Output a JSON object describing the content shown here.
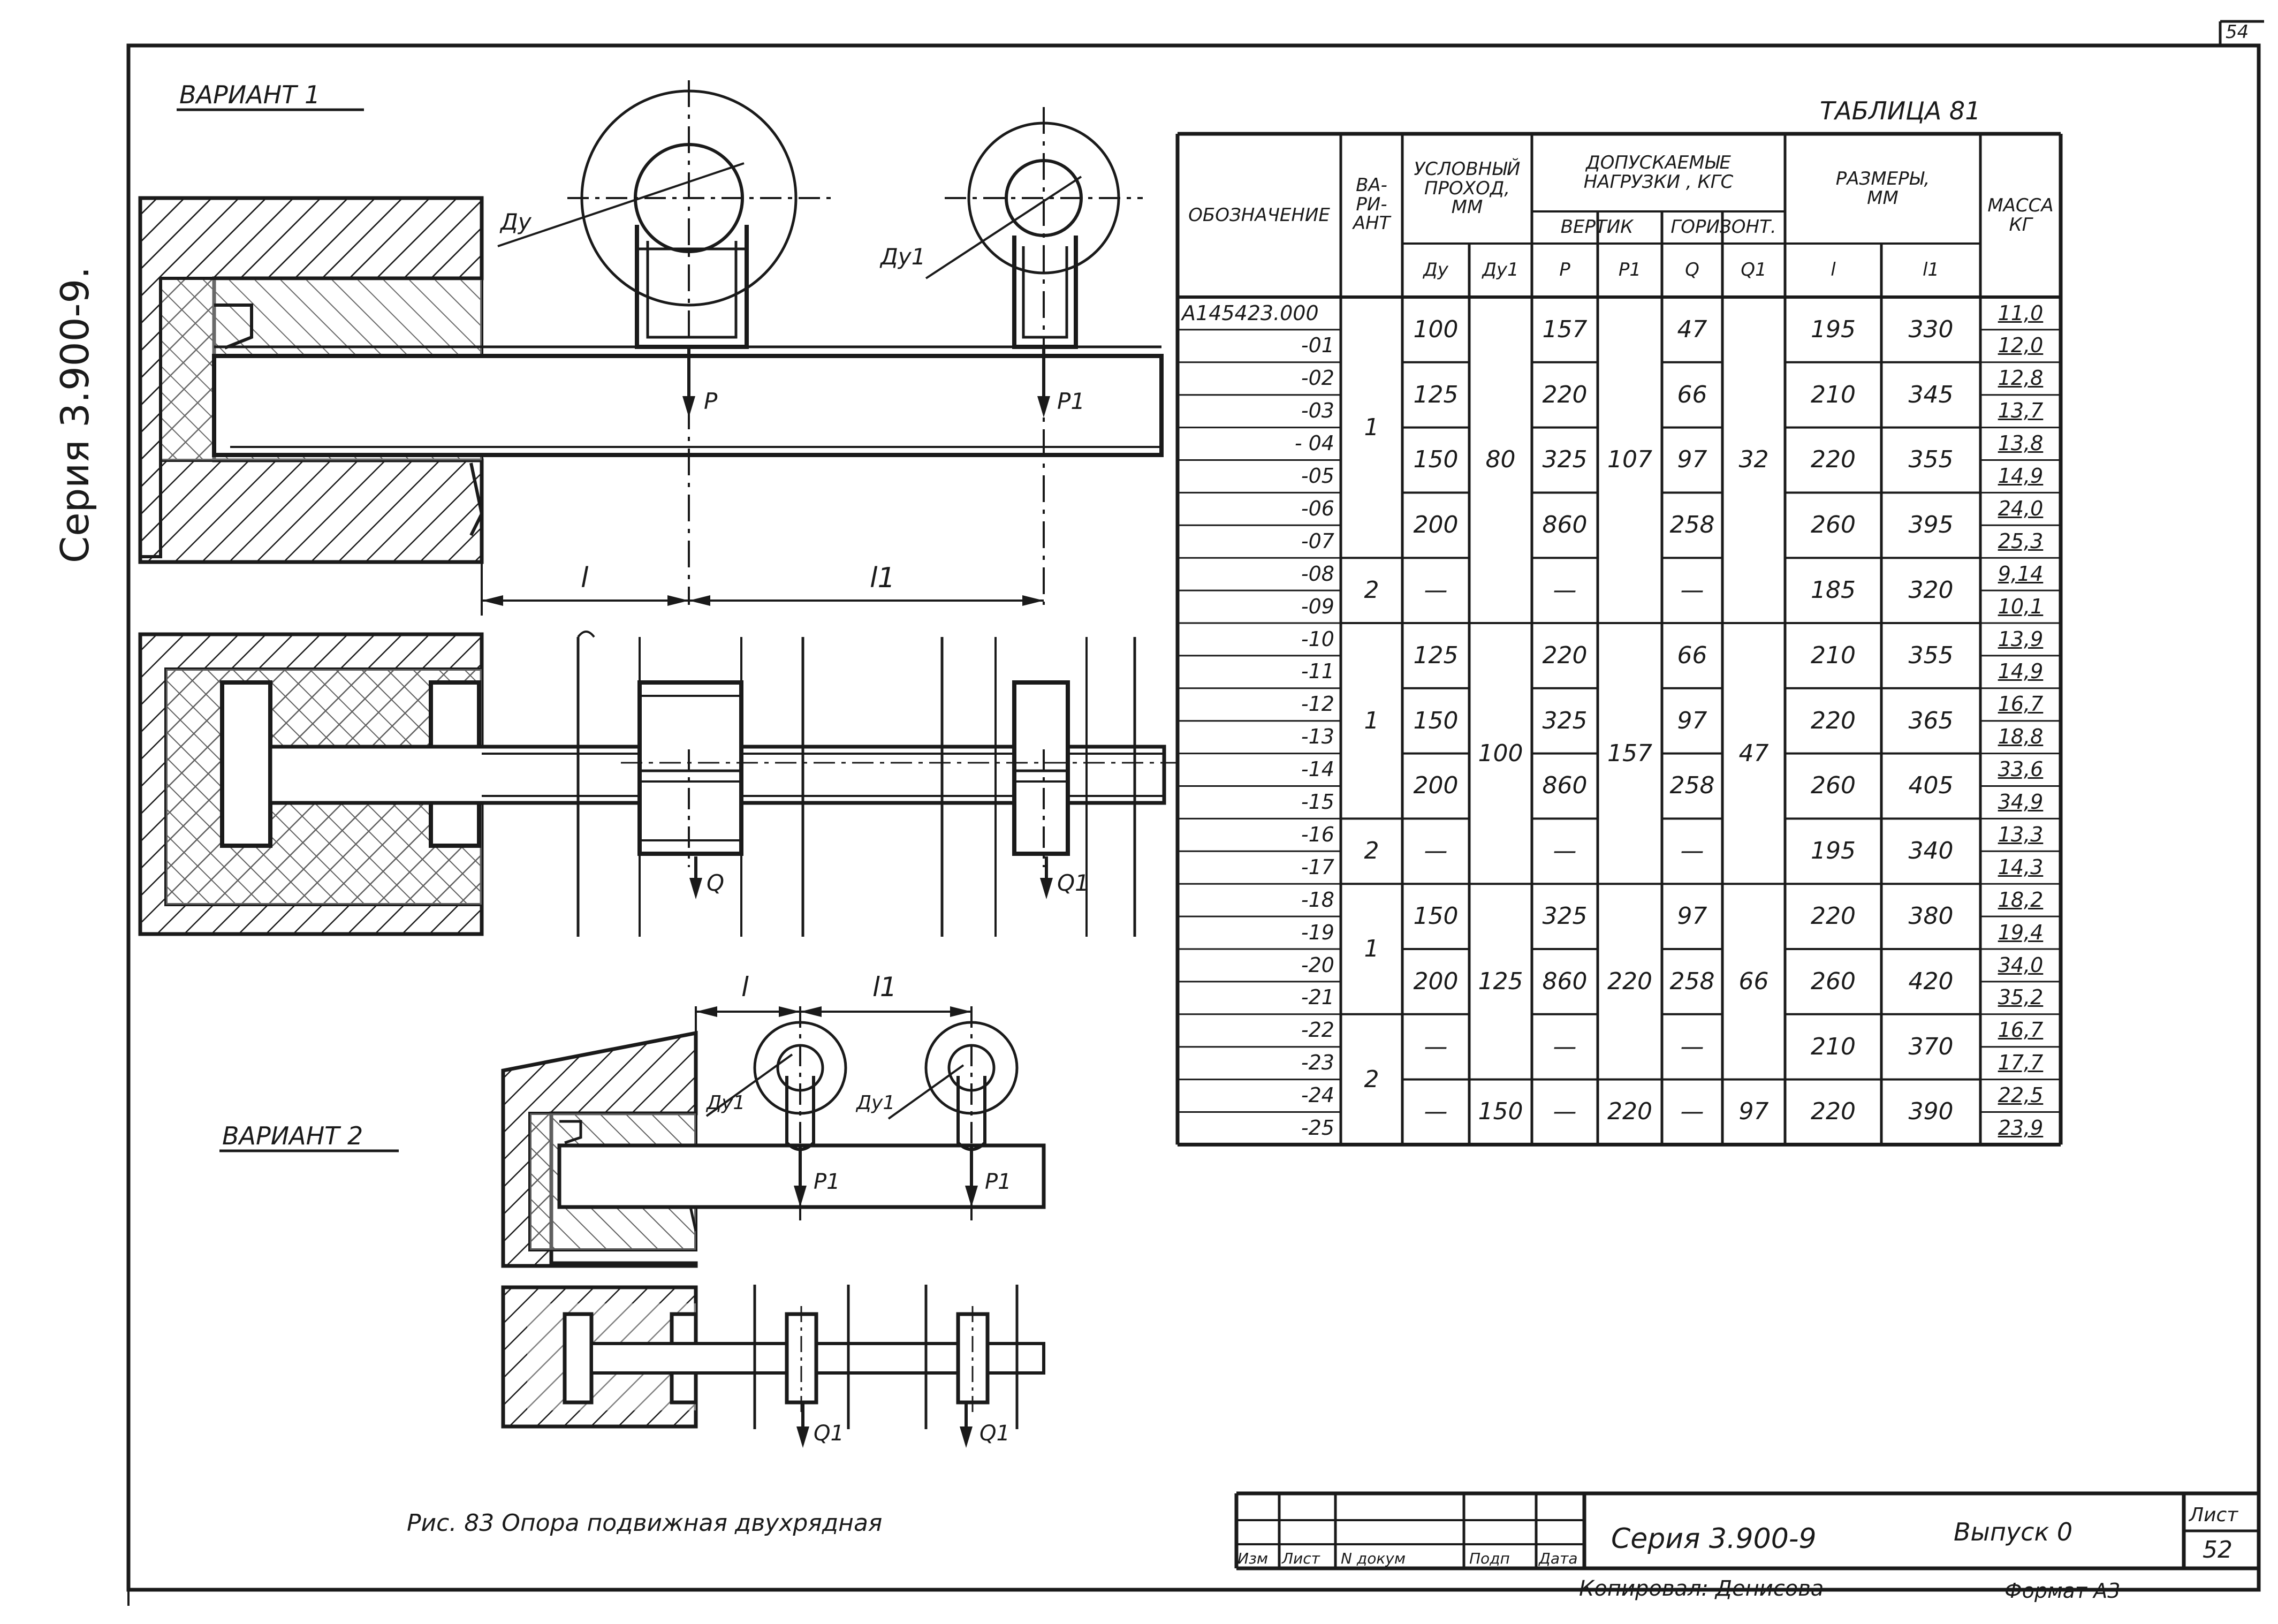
{
  "sheet_corner": "54",
  "series_vertical": "Серия 3.900-9.",
  "drawing": {
    "variant1_label": "ВАРИАНТ 1",
    "variant2_label": "ВАРИАНТ 2",
    "caption": "Рис. 83  Опора подвижная двухрядная",
    "labels": {
      "du": "Ду",
      "du1": "Ду1",
      "p": "P",
      "p1": "P1",
      "q": "Q",
      "q1": "Q1",
      "l": "l",
      "l1": "l1"
    }
  },
  "table": {
    "title": "ТАБЛИЦА 81",
    "headers": {
      "designation": "ОБОЗНАЧЕНИЕ",
      "variant": "ВА-\nРИ-\nАНТ",
      "nominal_bore": "УСЛОВНЫЙ\nПРОХОД,\nММ",
      "allowable_loads": "ДОПУСКАЕМЫЕ\nНАГРУЗКИ , КГС",
      "vertical": "ВЕРТИК",
      "horizontal": "ГОРИЗОНТ.",
      "dimensions": "РАЗМЕРЫ,\nММ",
      "mass": "МАССА\nКГ",
      "du": "Ду",
      "du1": "Ду1",
      "p": "P",
      "p1": "P1",
      "q": "Q",
      "q1": "Q1",
      "l": "l",
      "l1": "l1"
    },
    "rows": [
      {
        "designation": "А145423.000",
        "mass": "11,0"
      },
      {
        "designation": "-01",
        "mass": "12,0"
      },
      {
        "designation": "-02",
        "mass": "12,8"
      },
      {
        "designation": "-03",
        "mass": "13,7"
      },
      {
        "designation": "- 04",
        "mass": "13,8"
      },
      {
        "designation": "-05",
        "mass": "14,9"
      },
      {
        "designation": "-06",
        "mass": "24,0"
      },
      {
        "designation": "-07",
        "mass": "25,3"
      },
      {
        "designation": "-08",
        "mass": "9,14"
      },
      {
        "designation": "-09",
        "mass": "10,1"
      },
      {
        "designation": "-10",
        "mass": "13,9"
      },
      {
        "designation": "-11",
        "mass": "14,9"
      },
      {
        "designation": "-12",
        "mass": "16,7"
      },
      {
        "designation": "-13",
        "mass": "18,8"
      },
      {
        "designation": "-14",
        "mass": "33,6"
      },
      {
        "designation": "-15",
        "mass": "34,9"
      },
      {
        "designation": "-16",
        "mass": "13,3"
      },
      {
        "designation": "-17",
        "mass": "14,3"
      },
      {
        "designation": "-18",
        "mass": "18,2"
      },
      {
        "designation": "-19",
        "mass": "19,4"
      },
      {
        "designation": "-20",
        "mass": "34,0"
      },
      {
        "designation": "-21",
        "mass": "35,2"
      },
      {
        "designation": "-22",
        "mass": "16,7"
      },
      {
        "designation": "-23",
        "mass": "17,7"
      },
      {
        "designation": "-24",
        "mass": "22,5"
      },
      {
        "designation": "-25",
        "mass": "23,9"
      }
    ],
    "groups": {
      "variant": [
        {
          "from": 0,
          "to": 7,
          "text": "1"
        },
        {
          "from": 8,
          "to": 9,
          "text": "2"
        },
        {
          "from": 10,
          "to": 15,
          "text": "1"
        },
        {
          "from": 16,
          "to": 17,
          "text": "2"
        },
        {
          "from": 18,
          "to": 21,
          "text": "1"
        },
        {
          "from": 22,
          "to": 25,
          "text": "2"
        }
      ],
      "du": [
        {
          "from": 0,
          "to": 1,
          "text": "100"
        },
        {
          "from": 2,
          "to": 3,
          "text": "125"
        },
        {
          "from": 4,
          "to": 5,
          "text": "150"
        },
        {
          "from": 6,
          "to": 7,
          "text": "200"
        },
        {
          "from": 8,
          "to": 9,
          "text": "—"
        },
        {
          "from": 10,
          "to": 11,
          "text": "125"
        },
        {
          "from": 12,
          "to": 13,
          "text": "150"
        },
        {
          "from": 14,
          "to": 15,
          "text": "200"
        },
        {
          "from": 16,
          "to": 17,
          "text": "—"
        },
        {
          "from": 18,
          "to": 19,
          "text": "150"
        },
        {
          "from": 20,
          "to": 21,
          "text": "200"
        },
        {
          "from": 22,
          "to": 23,
          "text": "—"
        },
        {
          "from": 24,
          "to": 25,
          "text": "—"
        }
      ],
      "du1": [
        {
          "from": 0,
          "to": 9,
          "text": "80"
        },
        {
          "from": 10,
          "to": 17,
          "text": "100"
        },
        {
          "from": 18,
          "to": 23,
          "text": "125"
        },
        {
          "from": 24,
          "to": 25,
          "text": "150"
        }
      ],
      "p": [
        {
          "from": 0,
          "to": 1,
          "text": "157"
        },
        {
          "from": 2,
          "to": 3,
          "text": "220"
        },
        {
          "from": 4,
          "to": 5,
          "text": "325"
        },
        {
          "from": 6,
          "to": 7,
          "text": "860"
        },
        {
          "from": 8,
          "to": 9,
          "text": "—"
        },
        {
          "from": 10,
          "to": 11,
          "text": "220"
        },
        {
          "from": 12,
          "to": 13,
          "text": "325"
        },
        {
          "from": 14,
          "to": 15,
          "text": "860"
        },
        {
          "from": 16,
          "to": 17,
          "text": "—"
        },
        {
          "from": 18,
          "to": 19,
          "text": "325"
        },
        {
          "from": 20,
          "to": 21,
          "text": "860"
        },
        {
          "from": 22,
          "to": 23,
          "text": "—"
        },
        {
          "from": 24,
          "to": 25,
          "text": "—"
        }
      ],
      "p1": [
        {
          "from": 0,
          "to": 9,
          "text": "107"
        },
        {
          "from": 10,
          "to": 17,
          "text": "157"
        },
        {
          "from": 18,
          "to": 23,
          "text": "220"
        },
        {
          "from": 24,
          "to": 25,
          "text": "220"
        }
      ],
      "q": [
        {
          "from": 0,
          "to": 1,
          "text": "47"
        },
        {
          "from": 2,
          "to": 3,
          "text": "66"
        },
        {
          "from": 4,
          "to": 5,
          "text": "97"
        },
        {
          "from": 6,
          "to": 7,
          "text": "258"
        },
        {
          "from": 8,
          "to": 9,
          "text": "—"
        },
        {
          "from": 10,
          "to": 11,
          "text": "66"
        },
        {
          "from": 12,
          "to": 13,
          "text": "97"
        },
        {
          "from": 14,
          "to": 15,
          "text": "258"
        },
        {
          "from": 16,
          "to": 17,
          "text": "—"
        },
        {
          "from": 18,
          "to": 19,
          "text": "97"
        },
        {
          "from": 20,
          "to": 21,
          "text": "258"
        },
        {
          "from": 22,
          "to": 23,
          "text": "—"
        },
        {
          "from": 24,
          "to": 25,
          "text": "—"
        }
      ],
      "q1": [
        {
          "from": 0,
          "to": 9,
          "text": "32"
        },
        {
          "from": 10,
          "to": 17,
          "text": "47"
        },
        {
          "from": 18,
          "to": 23,
          "text": "66"
        },
        {
          "from": 24,
          "to": 25,
          "text": "97"
        }
      ],
      "l": [
        {
          "from": 0,
          "to": 1,
          "text": "195"
        },
        {
          "from": 2,
          "to": 3,
          "text": "210"
        },
        {
          "from": 4,
          "to": 5,
          "text": "220"
        },
        {
          "from": 6,
          "to": 7,
          "text": "260"
        },
        {
          "from": 8,
          "to": 9,
          "text": "185"
        },
        {
          "from": 10,
          "to": 11,
          "text": "210"
        },
        {
          "from": 12,
          "to": 13,
          "text": "220"
        },
        {
          "from": 14,
          "to": 15,
          "text": "260"
        },
        {
          "from": 16,
          "to": 17,
          "text": "195"
        },
        {
          "from": 18,
          "to": 19,
          "text": "220"
        },
        {
          "from": 20,
          "to": 21,
          "text": "260"
        },
        {
          "from": 22,
          "to": 23,
          "text": "210"
        },
        {
          "from": 24,
          "to": 25,
          "text": "220"
        }
      ],
      "l1": [
        {
          "from": 0,
          "to": 1,
          "text": "330"
        },
        {
          "from": 2,
          "to": 3,
          "text": "345"
        },
        {
          "from": 4,
          "to": 5,
          "text": "355"
        },
        {
          "from": 6,
          "to": 7,
          "text": "395"
        },
        {
          "from": 8,
          "to": 9,
          "text": "320"
        },
        {
          "from": 10,
          "to": 11,
          "text": "355"
        },
        {
          "from": 12,
          "to": 13,
          "text": "365"
        },
        {
          "from": 14,
          "to": 15,
          "text": "405"
        },
        {
          "from": 16,
          "to": 17,
          "text": "340"
        },
        {
          "from": 18,
          "to": 19,
          "text": "380"
        },
        {
          "from": 20,
          "to": 21,
          "text": "420"
        },
        {
          "from": 22,
          "to": 23,
          "text": "370"
        },
        {
          "from": 24,
          "to": 25,
          "text": "390"
        }
      ]
    }
  },
  "title_block": {
    "cols": [
      "Изм",
      "Лист",
      "N докум",
      "Подп",
      "Дата"
    ],
    "series": "Серия 3.900-9",
    "issue": "Выпуск 0",
    "sheet_label": "Лист",
    "sheet_no": "52"
  },
  "footer": {
    "copied": "Копировал: Денисова",
    "format": "Формат А3"
  }
}
